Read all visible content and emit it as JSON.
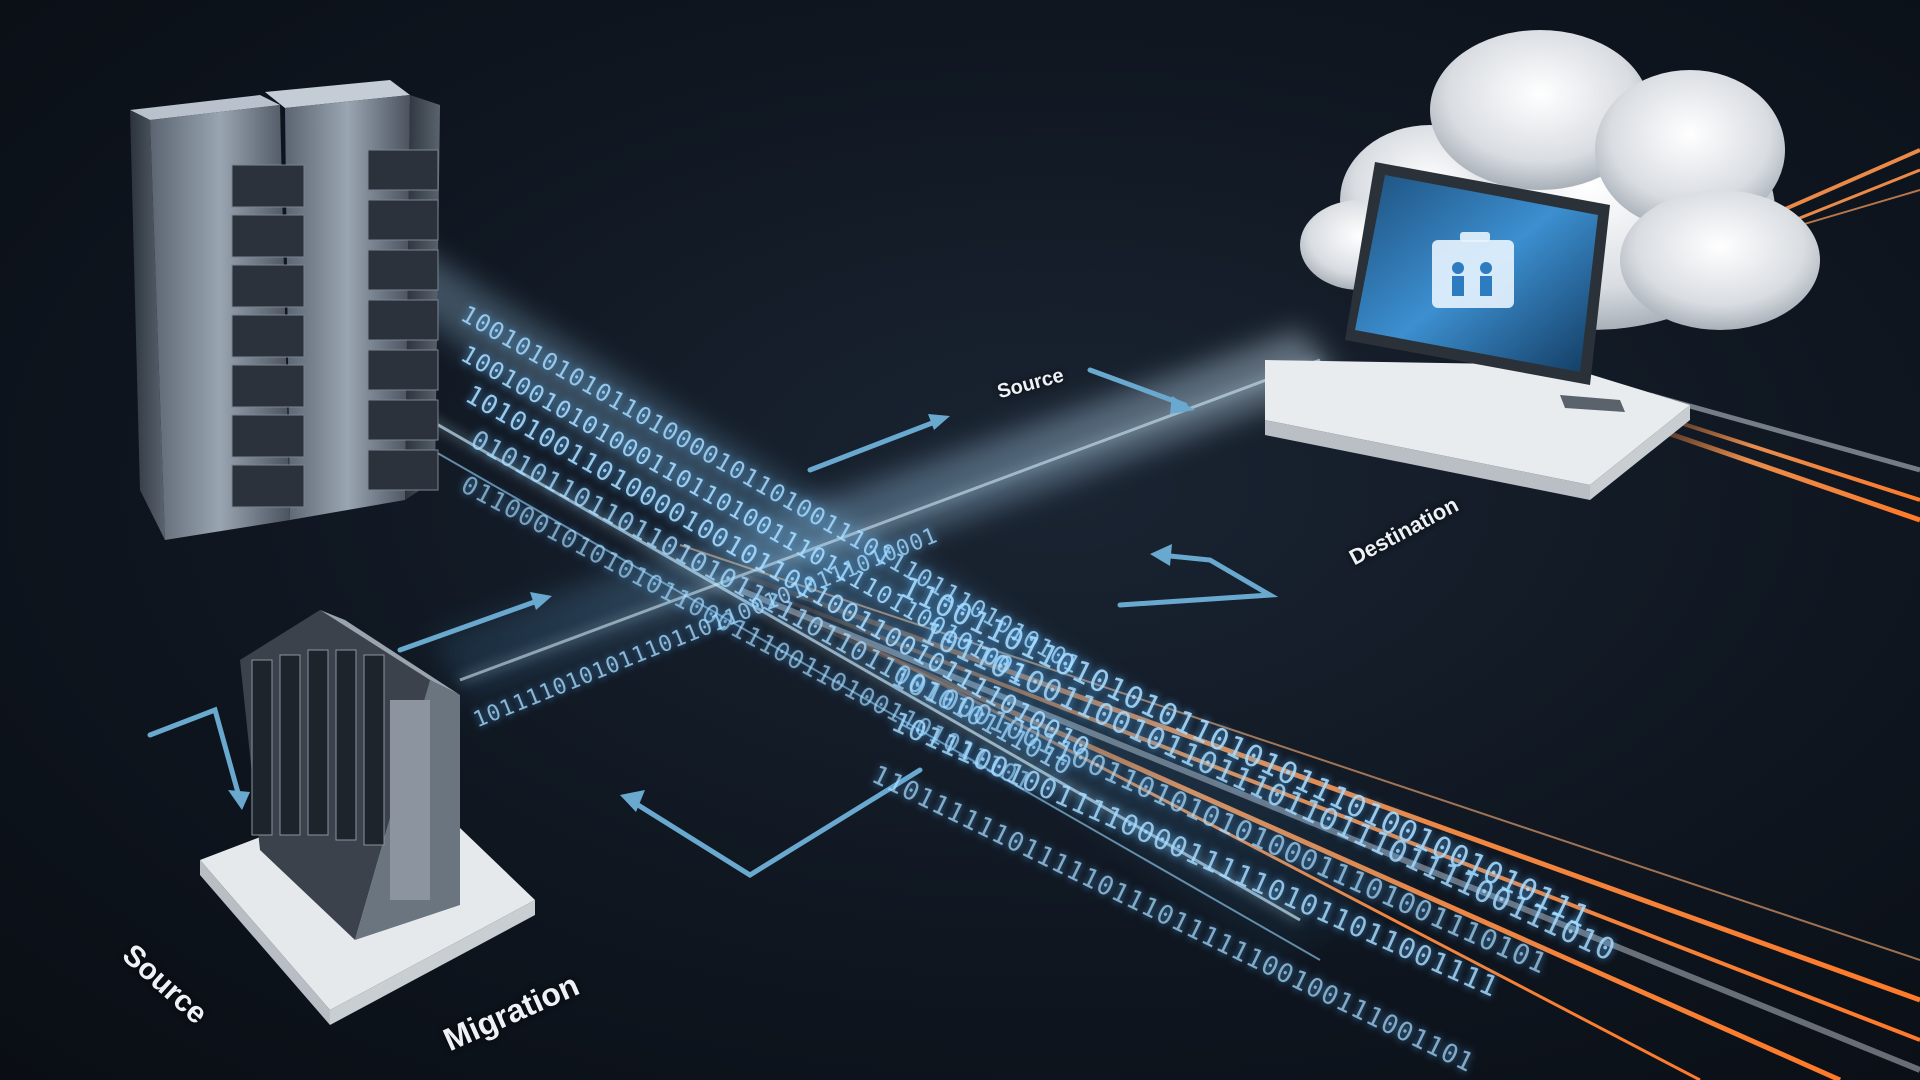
{
  "labels": {
    "source_top": "Source",
    "destination": "Destination",
    "source_bottom": "Source",
    "migration": "Migration"
  },
  "binary_streams": [
    "1001010101011010000101101001110111011101010101",
    "100100101010001101101001110111101100101001",
    "1010100110100001001011011001100101111010010",
    "01010110110110101011111011011001010111010",
    "0110001010101011000111001101001101011101",
    "1100110110101010110101011101001001010111",
    "1011010011001011011101101110111100111010",
    "1010001001100110101010100011101001110101",
    "1011100100111100001111101011011001111",
    "1101111110111110111011111100100111001101",
    "10111101010111011011001010111010001"
  ],
  "colors": {
    "background": "#0c1118",
    "data_blue": "#8fd3ff",
    "arrow_blue": "#6aa9cf",
    "fiber_orange": "#ff8a3c"
  },
  "icons": [
    "server-rack-icon",
    "blade-server-icon",
    "laptop-icon",
    "cloud-icon",
    "users-icon"
  ]
}
